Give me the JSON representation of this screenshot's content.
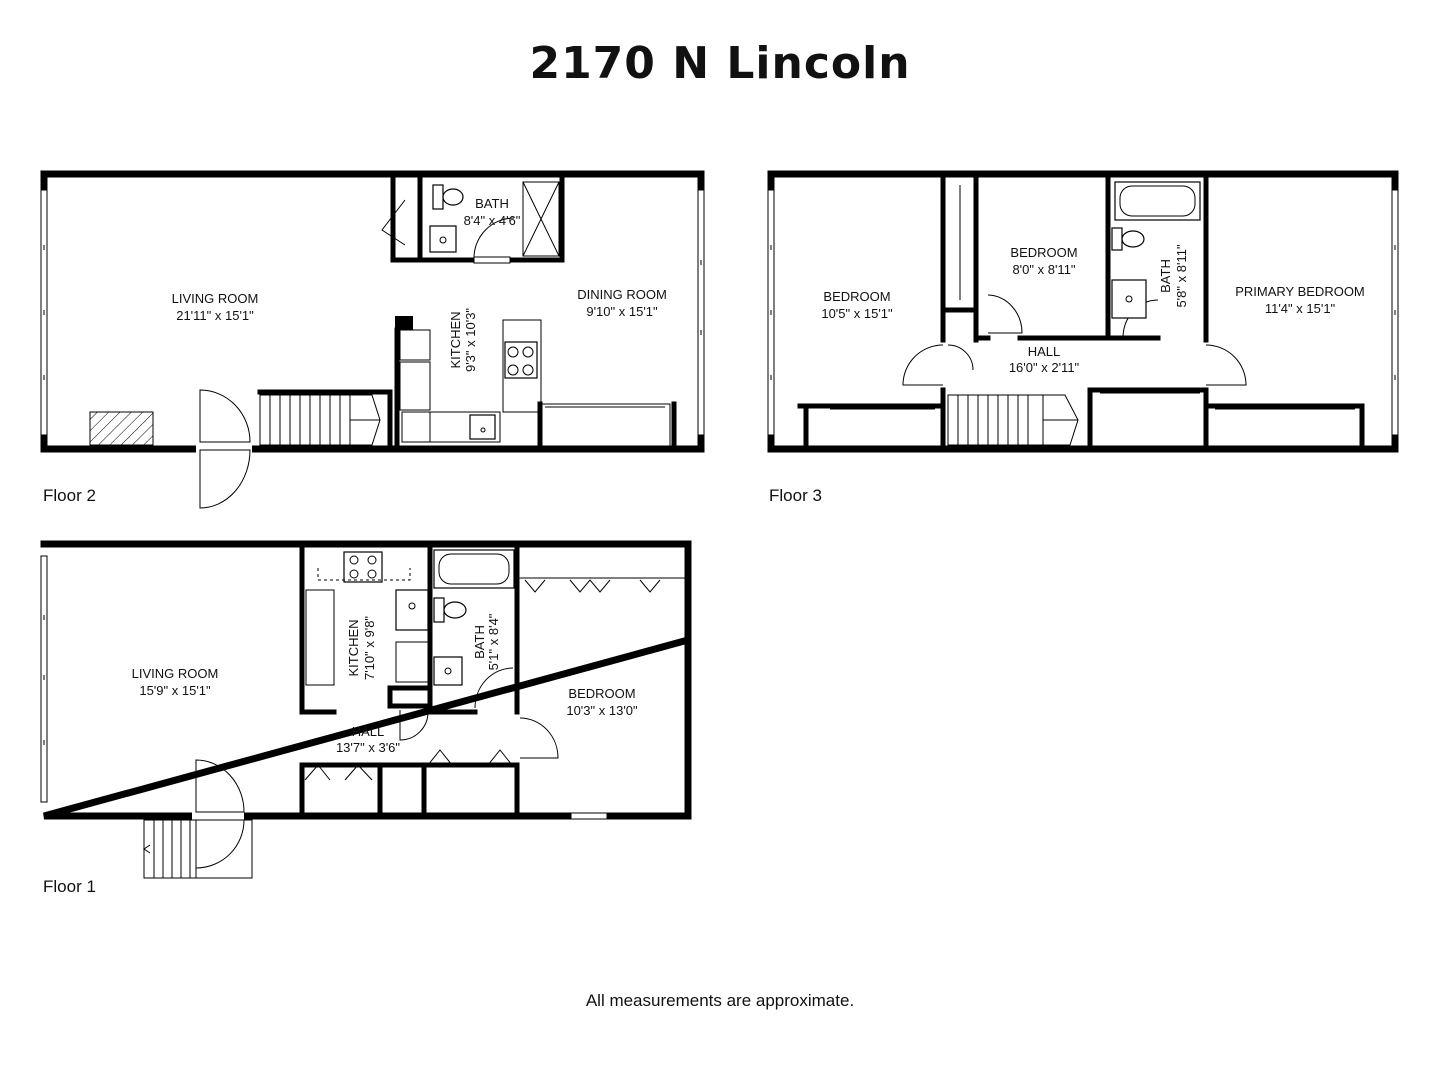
{
  "title": "2170 N Lincoln",
  "footnote": "All measurements are approximate.",
  "floors": {
    "floor2": {
      "label": "Floor 2",
      "living": {
        "name": "LIVING ROOM",
        "dims": "21'11\" x 15'1\""
      },
      "bath": {
        "name": "BATH",
        "dims": "8'4\" x 4'6\""
      },
      "kitchen": {
        "name": "KITCHEN",
        "dims": "9'3\" x 10'3\""
      },
      "dining": {
        "name": "DINING ROOM",
        "dims": "9'10\" x 15'1\""
      }
    },
    "floor3": {
      "label": "Floor 3",
      "bedroom_left": {
        "name": "BEDROOM",
        "dims": "10'5\" x 15'1\""
      },
      "bedroom_mid": {
        "name": "BEDROOM",
        "dims": "8'0\" x 8'11\""
      },
      "bath": {
        "name": "BATH",
        "dims": "5'8\" x 8'11\""
      },
      "primary": {
        "name": "PRIMARY BEDROOM",
        "dims": "11'4\" x 15'1\""
      },
      "hall": {
        "name": "HALL",
        "dims": "16'0\" x 2'11\""
      }
    },
    "floor1": {
      "label": "Floor 1",
      "living": {
        "name": "LIVING ROOM",
        "dims": "15'9\" x 15'1\""
      },
      "kitchen": {
        "name": "KITCHEN",
        "dims": "7'10\" x 9'8\""
      },
      "bath": {
        "name": "BATH",
        "dims": "5'1\" x 8'4\""
      },
      "bedroom": {
        "name": "BEDROOM",
        "dims": "10'3\" x 13'0\""
      },
      "hall": {
        "name": "HALL",
        "dims": "13'7\" x 3'6\""
      }
    }
  }
}
